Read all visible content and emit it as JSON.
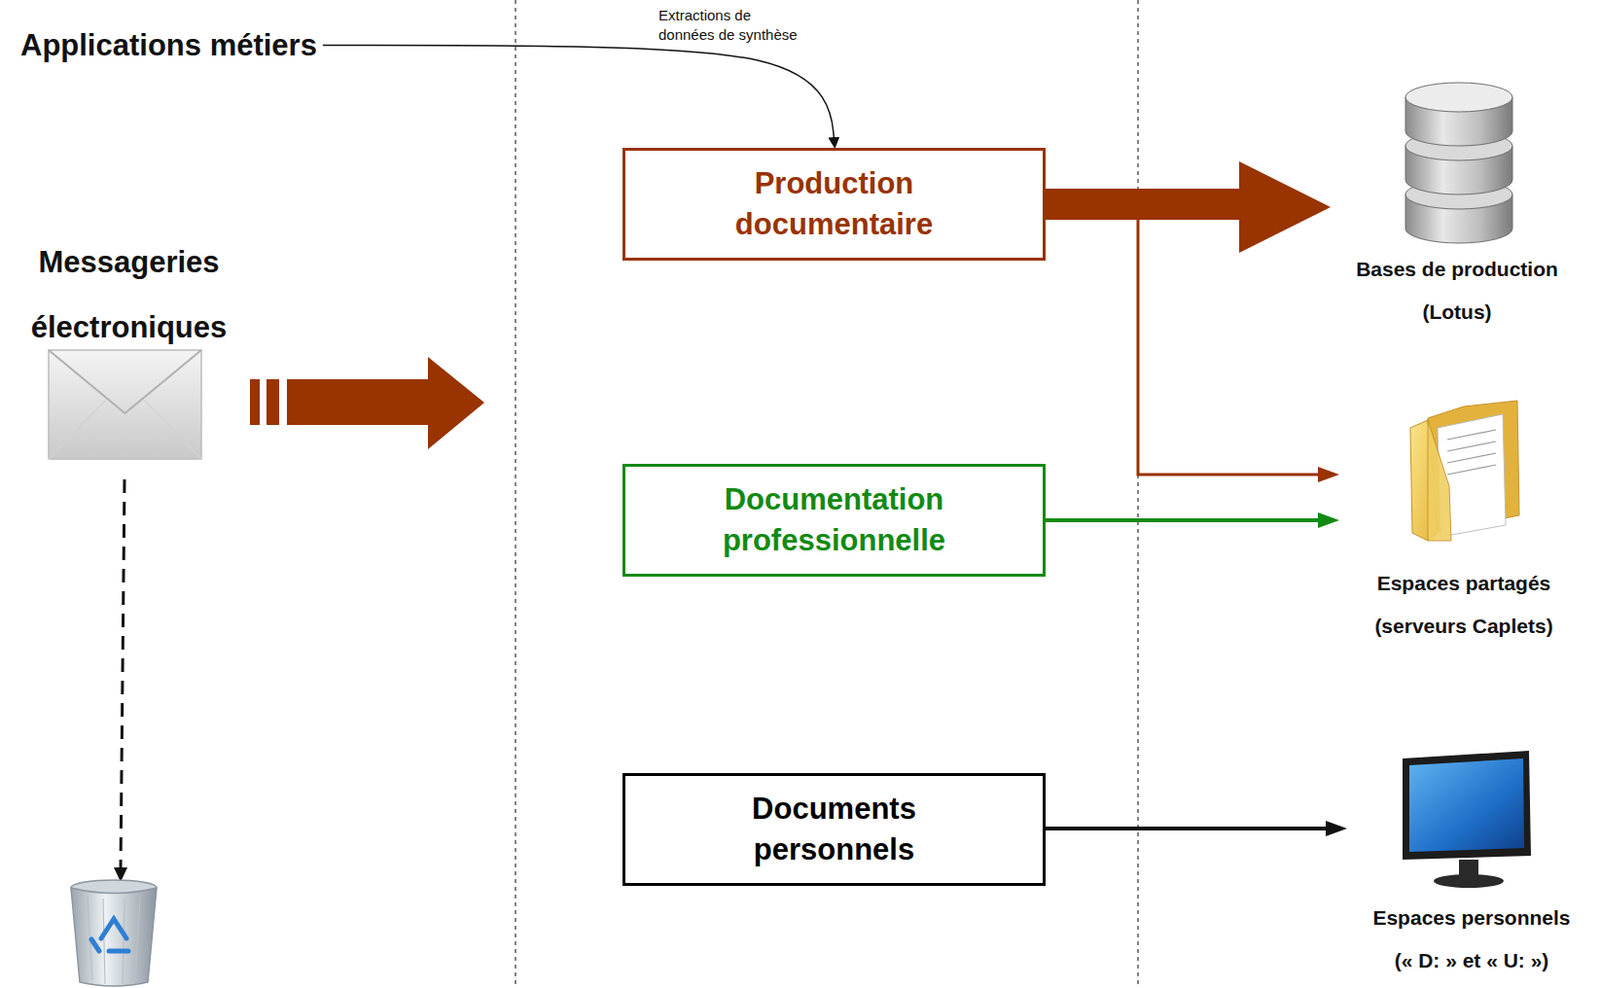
{
  "diagram": {
    "nodes": [
      {
        "text": [
          "Applications métiers"
        ]
      },
      {
        "text": [
          "Production documentaire"
        ]
      },
      {
        "text": [
          "Bases de production (Lotus)"
        ]
      },
      {
        "text": [
          "Messageries électroniques"
        ]
      },
      {
        "text": [
          "Documentation professionnelle"
        ]
      },
      {
        "text": [
          "Espaces partagés (serveurs Caplets)"
        ]
      },
      {
        "text": [
          "Documents personnels"
        ]
      },
      {
        "text": [
          "Espaces personnels (« D: » et « U: »)"
        ]
      }
    ],
    "edges": [
      {
        "from": 0,
        "to": 1,
        "arrow": "to",
        "label": "Extractions de données de synthèse"
      },
      {
        "from": 1,
        "to": 2,
        "arrow": "to"
      },
      {
        "from": 1,
        "to": 5,
        "arrow": "to"
      },
      {
        "from": 4,
        "to": 5,
        "arrow": "to"
      },
      {
        "from": 6,
        "to": 7,
        "arrow": "to"
      }
    ]
  }
}
